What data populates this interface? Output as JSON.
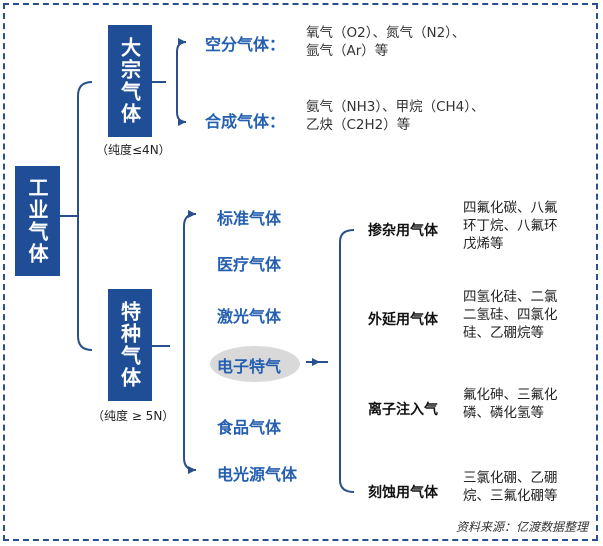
{
  "root": {
    "label": "工业气体"
  },
  "bulk": {
    "label": "大宗气体",
    "purity": "（纯度≤4N）",
    "items": [
      {
        "name": "空分气体：",
        "desc_line1": "氧气（O2）、氮气（N2）、",
        "desc_line2": "氩气（Ar）等"
      },
      {
        "name": "合成气体：",
        "desc_line1": "氨气（NH3）、甲烷（CH4）、",
        "desc_line2": "乙炔（C2H2）等"
      }
    ]
  },
  "special": {
    "label": "特种气体",
    "purity": "（纯度 ≥ 5N）",
    "items": [
      "标准气体",
      "医疗气体",
      "激光气体",
      "电子特气",
      "食品气体",
      "电光源气体"
    ]
  },
  "electronic": {
    "processes": [
      {
        "name": "掺杂用气体",
        "lines": [
          "四氟化碳、八氟",
          "环丁烷、八氟环",
          "戊烯等"
        ]
      },
      {
        "name": "外延用气体",
        "lines": [
          "四氢化硅、二氯",
          "二氢硅、四氯化",
          "硅、乙硼烷等"
        ]
      },
      {
        "name": "离子注入气",
        "lines": [
          "氟化砷、三氟化",
          "磷、磷化氢等"
        ]
      },
      {
        "name": "刻蚀用气体",
        "lines": [
          "三氯化硼、乙硼",
          "烷、三氟化硼等"
        ]
      }
    ]
  },
  "source": "资料来源：亿渡数据整理",
  "colors": {
    "box": "#1f4e96",
    "line": "#2a4f8f",
    "category_text": "#2560b0",
    "highlight": "#d9d9d9"
  }
}
